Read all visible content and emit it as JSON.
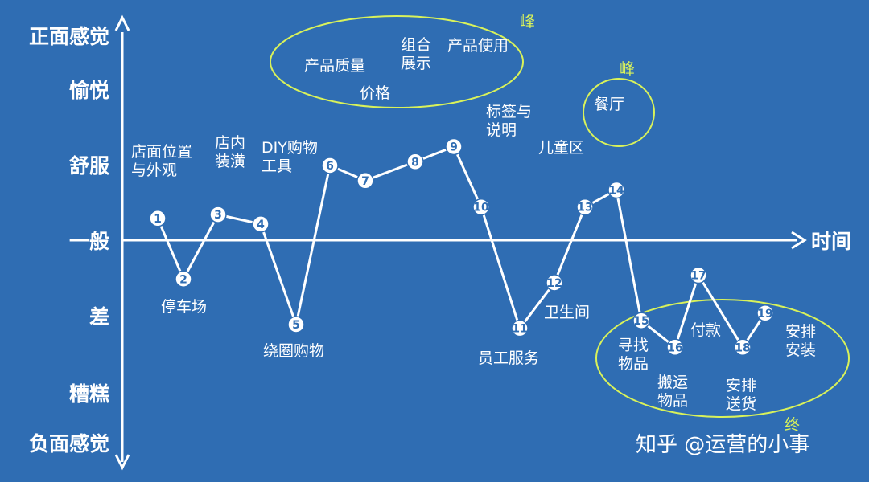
{
  "chart_data": {
    "type": "line",
    "title": "",
    "xlabel": "时间",
    "y_levels": [
      "正面感觉",
      "愉悦",
      "舒服",
      "一般",
      "差",
      "糟糕",
      "负面感觉"
    ],
    "y_level_values": [
      4,
      3,
      2,
      0,
      -1,
      -2,
      -3
    ],
    "ylim": [
      -3,
      4
    ],
    "points": [
      {
        "n": "1",
        "y": 0.6,
        "label": [
          "店面位置",
          "与外观"
        ]
      },
      {
        "n": "2",
        "y": -0.5,
        "label": [
          "停车场"
        ]
      },
      {
        "n": "3",
        "y": 0.7,
        "label": [
          "店内",
          "装潢"
        ]
      },
      {
        "n": "4",
        "y": 0.45,
        "label": [
          "DIY购物",
          "工具"
        ]
      },
      {
        "n": "5",
        "y": -1.1,
        "label": [
          "绕圈购物"
        ]
      },
      {
        "n": "6",
        "y": 2.0,
        "label": [
          "产品质量"
        ]
      },
      {
        "n": "7",
        "y": 1.6,
        "label": [
          "价格"
        ]
      },
      {
        "n": "8",
        "y": 2.05,
        "label": [
          "组合",
          "展示"
        ]
      },
      {
        "n": "9",
        "y": 2.25,
        "label": [
          "产品使用"
        ]
      },
      {
        "n": "10",
        "y": 0.9,
        "label": [
          "标签与",
          "说明"
        ]
      },
      {
        "n": "11",
        "y": -1.15,
        "label": [
          "员工服务"
        ]
      },
      {
        "n": "12",
        "y": -0.55,
        "label": [
          "卫生间"
        ]
      },
      {
        "n": "13",
        "y": 0.9,
        "label": [
          "儿童区"
        ]
      },
      {
        "n": "14",
        "y": 1.35,
        "label": [
          "餐厅"
        ]
      },
      {
        "n": "15",
        "y": -1.05,
        "label": [
          "寻找",
          "物品"
        ]
      },
      {
        "n": "16",
        "y": -1.4,
        "label": [
          "搬运",
          "物品"
        ]
      },
      {
        "n": "17",
        "y": -0.45,
        "label": [
          "付款"
        ]
      },
      {
        "n": "18",
        "y": -1.4,
        "label": [
          "安排",
          "送货"
        ]
      },
      {
        "n": "19",
        "y": -0.95,
        "label": [
          "安排",
          "安装"
        ]
      }
    ],
    "highlights": [
      {
        "label": "峰",
        "points": [
          "6",
          "7",
          "8",
          "9"
        ]
      },
      {
        "label": "峰",
        "points": [
          "14"
        ]
      },
      {
        "label": "终",
        "points": [
          "15",
          "16",
          "17",
          "18",
          "19"
        ]
      }
    ],
    "colors": {
      "background": "#2f6db3",
      "line": "#ffffff",
      "highlight": "#d9f25a"
    }
  },
  "watermark": "知乎 @运营的小事"
}
